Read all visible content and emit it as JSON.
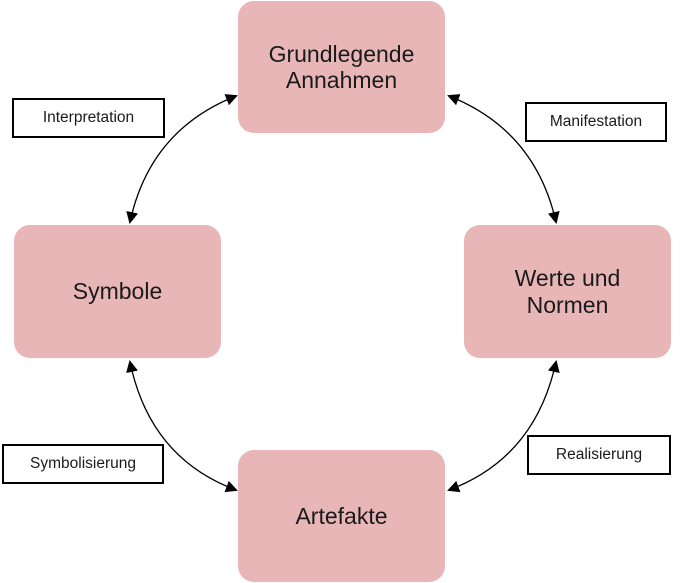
{
  "nodes": {
    "top": "Grundlegende\nAnnahmen",
    "left": "Symbole",
    "right": "Werte und\nNormen",
    "bottom": "Artefakte"
  },
  "edges": {
    "interpretation": "Interpretation",
    "manifestation": "Manifestation",
    "symbolisierung": "Symbolisierung",
    "realisierung": "Realisierung"
  },
  "colors": {
    "node_fill": "#e8b6b6",
    "line": "#000000"
  }
}
